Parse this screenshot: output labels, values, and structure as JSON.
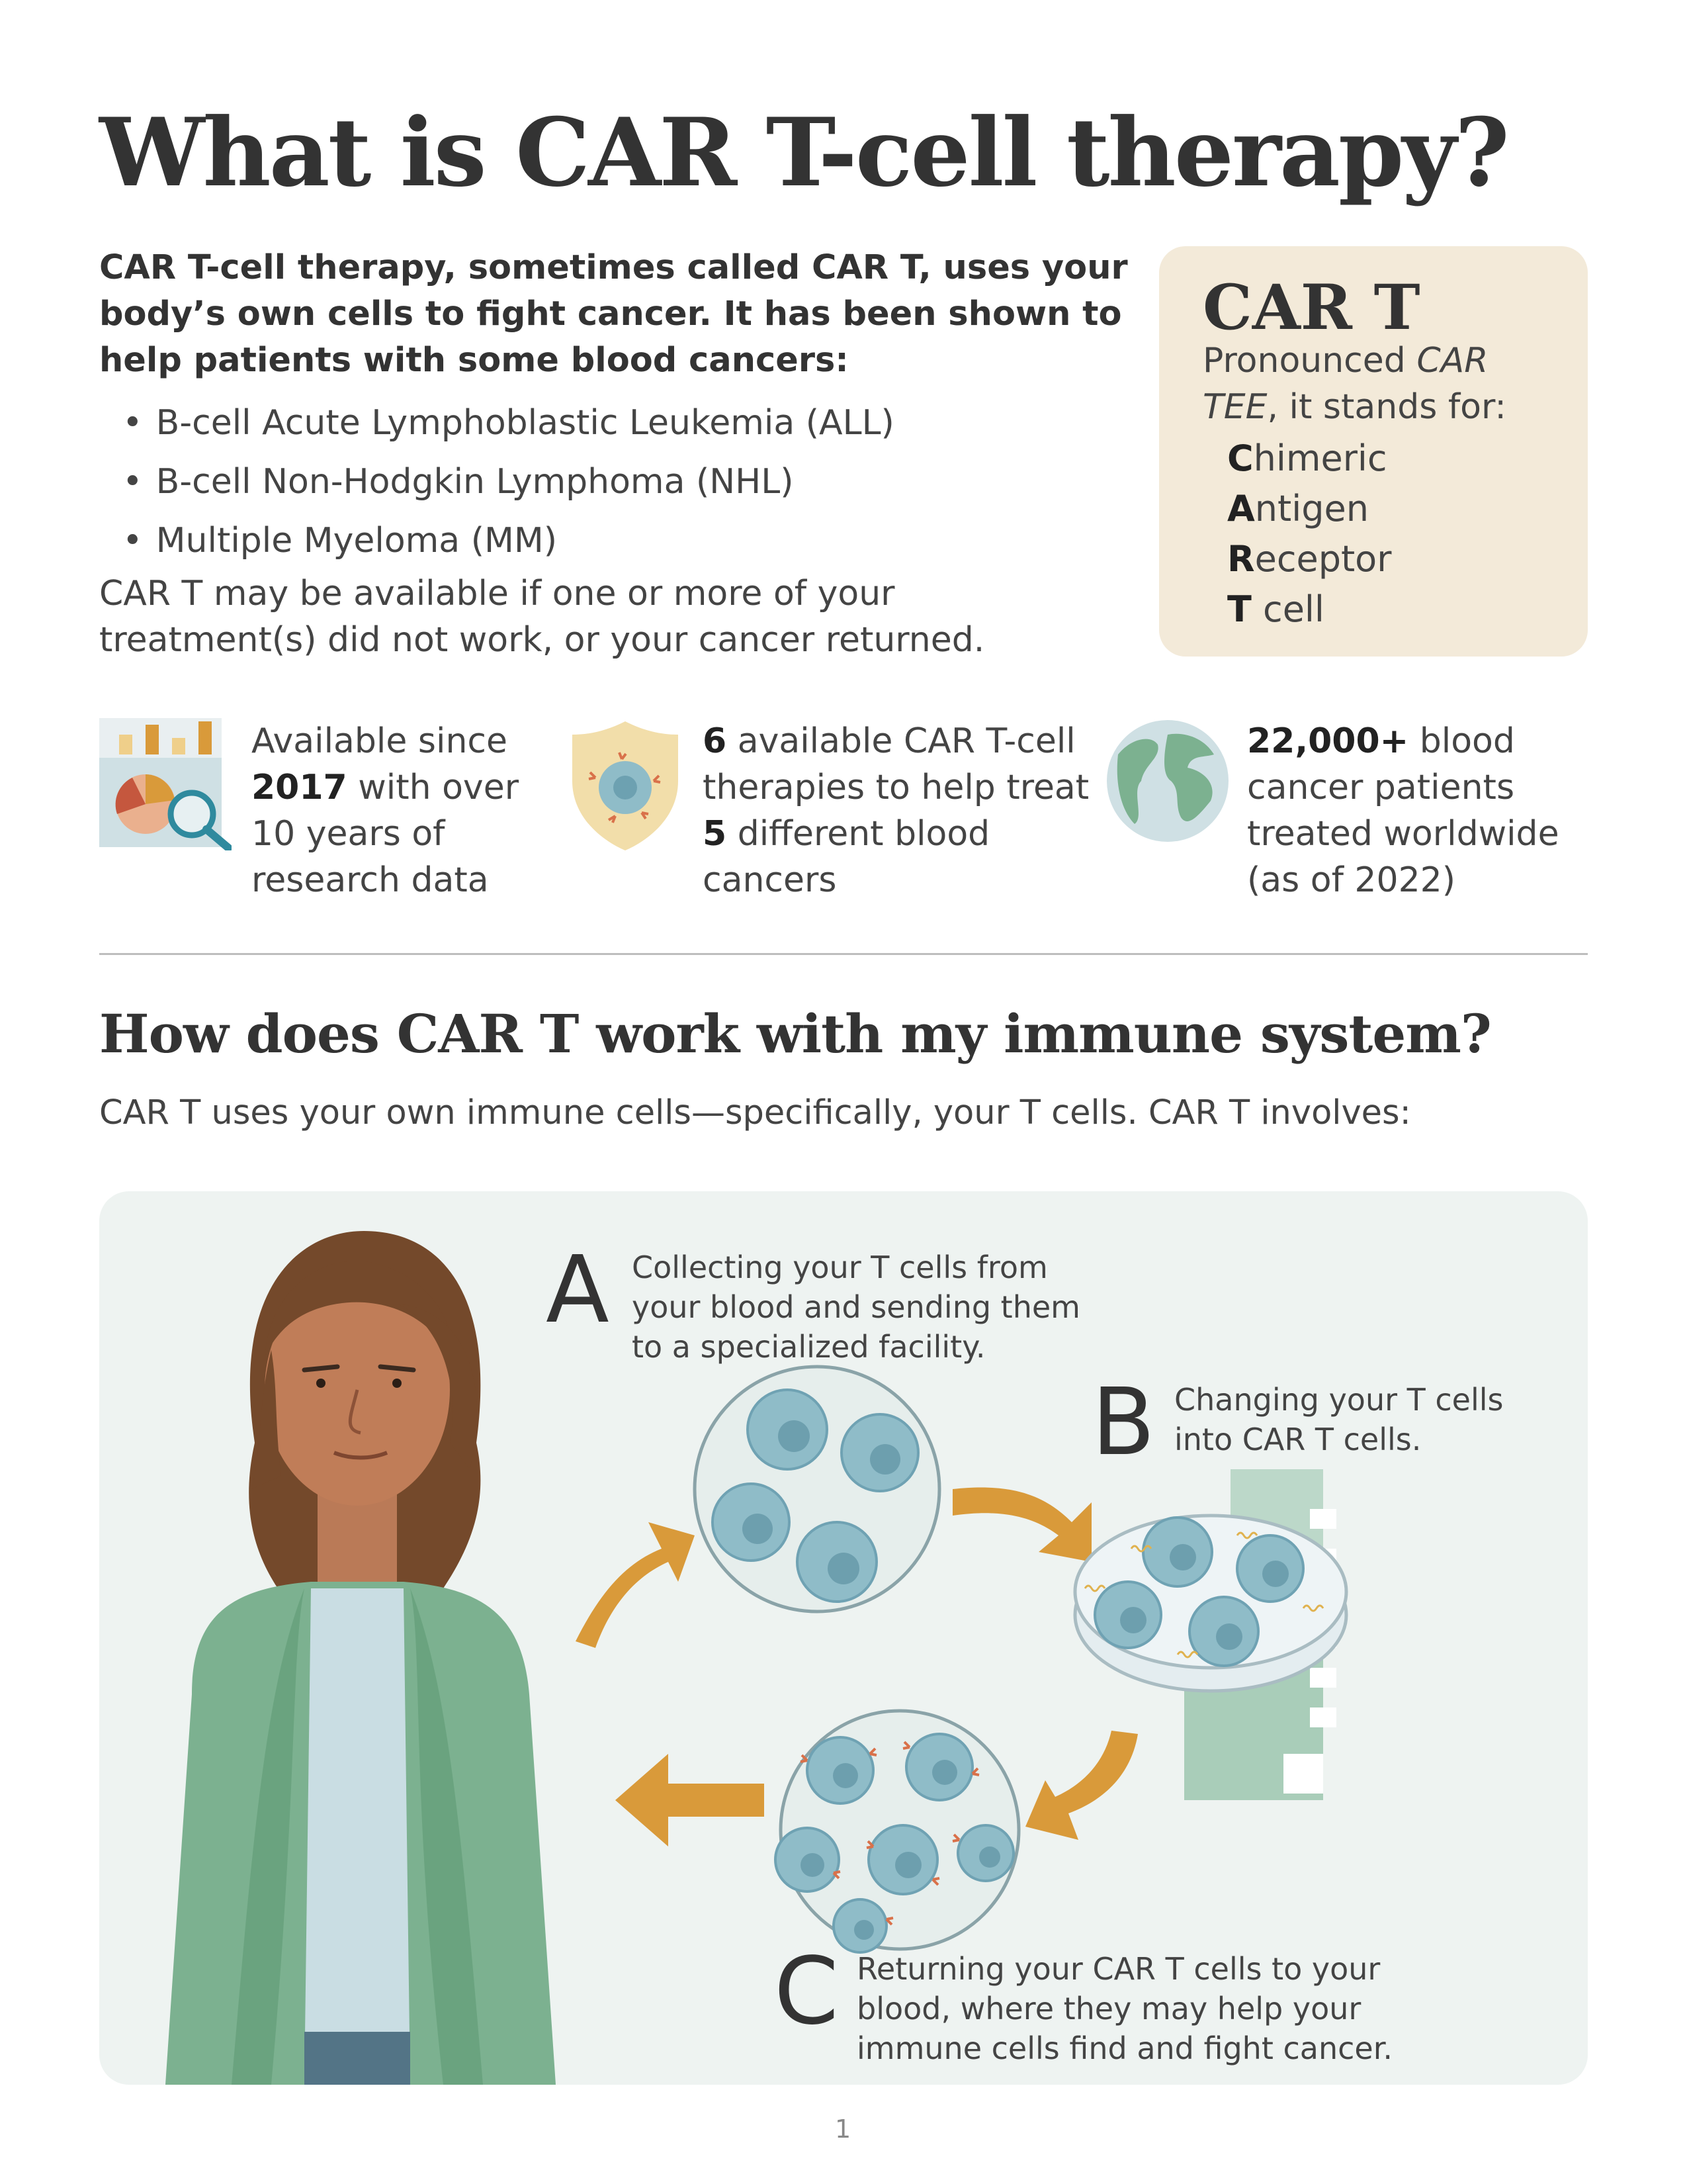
{
  "title": "What is CAR T-cell therapy?",
  "intro": "CAR T-cell therapy, sometimes called CAR T, uses your body’s own cells to fight cancer. It has been shown to help patients with some blood cancers:",
  "cancers": [
    "B-cell Acute Lymphoblastic Leukemia (ALL)",
    "B-cell Non-Hodgkin Lymphoma (NHL)",
    "Multiple Myeloma (MM)"
  ],
  "availability": "CAR T may be available if one or more of your treatment(s) did not work, or your cancer returned.",
  "cart_box": {
    "title": "CAR T",
    "pron_before": "Pronounced ",
    "pron_italic": "CAR TEE",
    "pron_after": ", it stands for:",
    "acronym": [
      {
        "initial": "C",
        "rest": "himeric"
      },
      {
        "initial": "A",
        "rest": "ntigen"
      },
      {
        "initial": "R",
        "rest": "eceptor"
      },
      {
        "initial": "T",
        "rest": " cell"
      }
    ]
  },
  "stats": [
    {
      "icon": "research-chart-icon",
      "t1": "Available since ",
      "b1": "2017",
      "t2": " with over 10 years of research data"
    },
    {
      "icon": "shield-cell-icon",
      "b1": "6",
      "t1": " available CAR T-cell therapies to help treat ",
      "b2": "5",
      "t2": " different blood cancers"
    },
    {
      "icon": "globe-icon",
      "b1": "22,000+",
      "t1": " blood cancer patients treated worldwide (as of 2022)"
    }
  ],
  "section2": {
    "title": "How does CAR T work with my immune system?",
    "subtitle": "CAR T uses your own immune cells—specifically, your T cells. CAR T involves:"
  },
  "steps": [
    {
      "letter": "A",
      "text": "Collecting your T cells from your blood and sending them to a specialized facility."
    },
    {
      "letter": "B",
      "text": "Changing your T cells into CAR T cells."
    },
    {
      "letter": "C",
      "text": "Returning your CAR T cells to your blood, where they may help your immune cells find and fight cancer."
    }
  ],
  "colors": {
    "accent": "#d99a3a",
    "cell": "#8fbcc8",
    "jacket": "#7cb190",
    "box": "#f3ead9",
    "panel": "#eef3f1"
  },
  "page_number": "1"
}
